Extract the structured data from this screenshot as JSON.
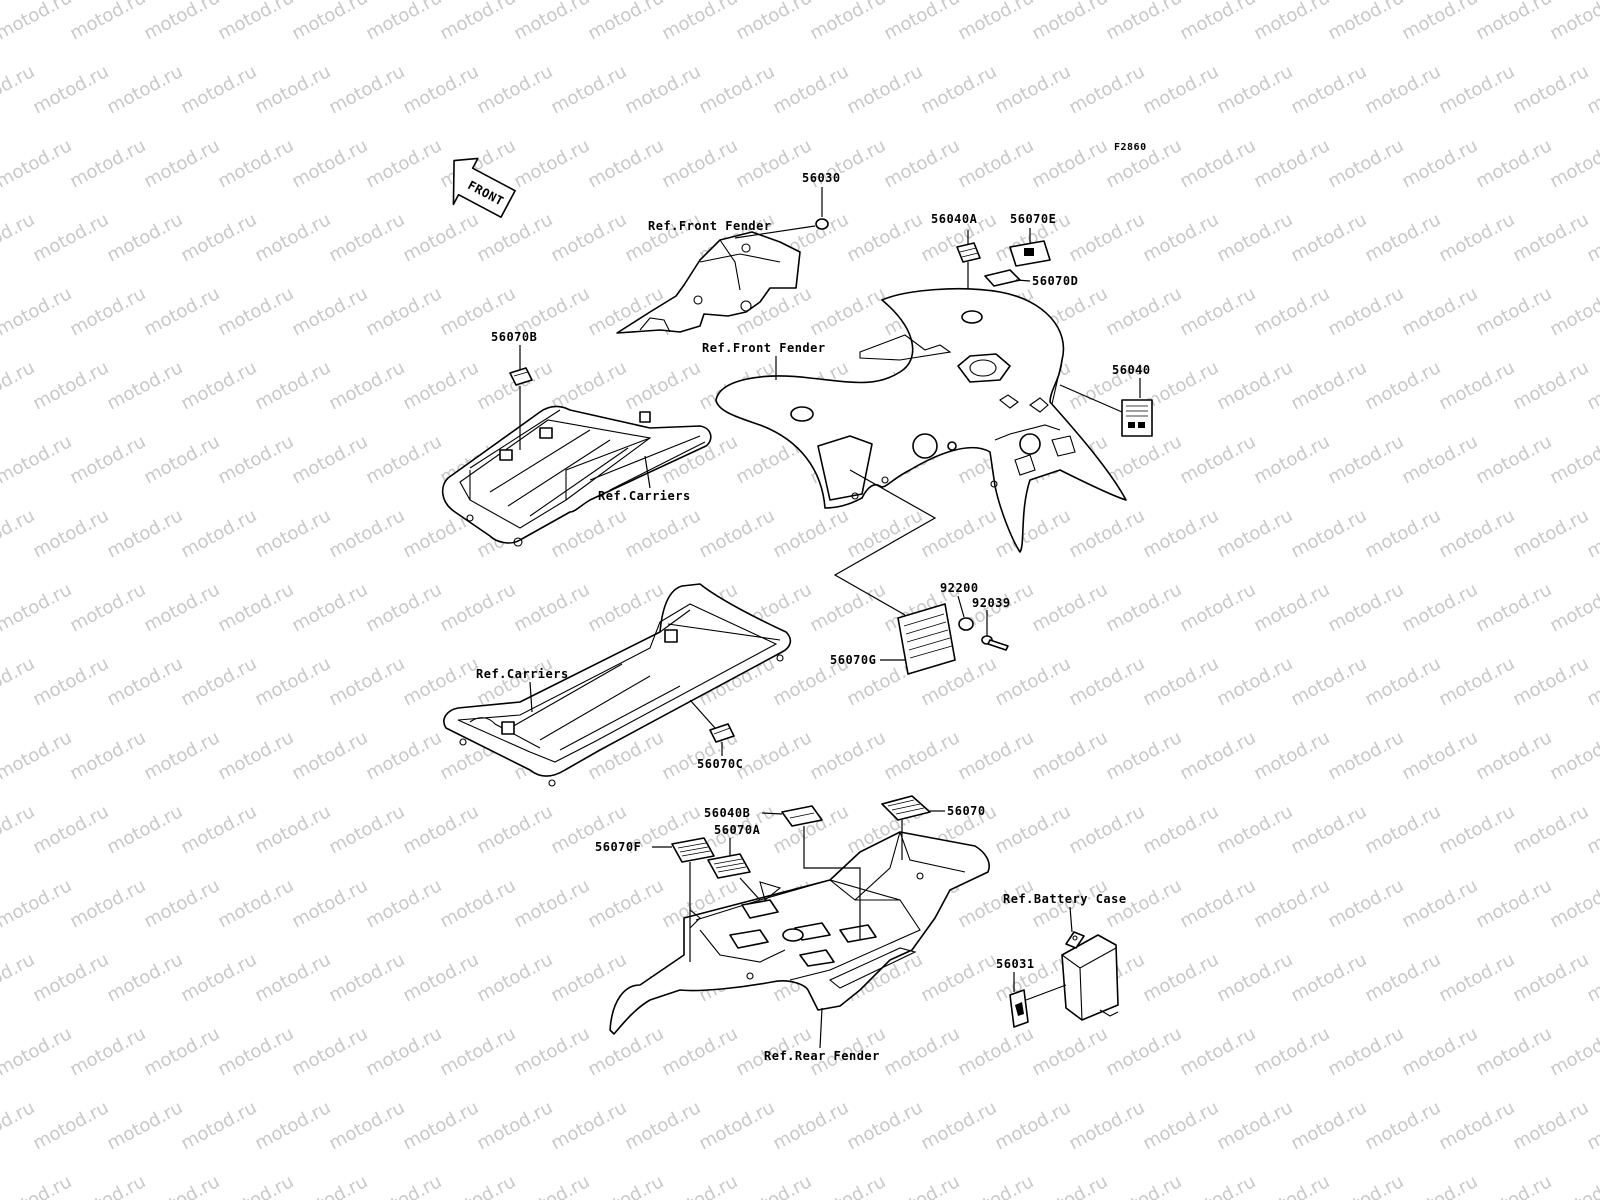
{
  "diagram_code": "F2860",
  "front_arrow_text": "FRONT",
  "watermark": "motod.ru",
  "labels": {
    "p56030": "56030",
    "ref_front_fender_top": "Ref.Front Fender",
    "p56040A": "56040A",
    "p56070E": "56070E",
    "p56070D": "56070D",
    "p56070B": "56070B",
    "ref_front_fender_mid": "Ref.Front Fender",
    "p56040": "56040",
    "ref_carriers_top": "Ref.Carriers",
    "p92200": "92200",
    "p92039": "92039",
    "p56070G": "56070G",
    "ref_carriers_bottom": "Ref.Carriers",
    "p56070C": "56070C",
    "p56040B": "56040B",
    "p56070": "56070",
    "p56070A": "56070A",
    "p56070F": "56070F",
    "ref_battery_case": "Ref.Battery Case",
    "p56031": "56031",
    "ref_rear_fender": "Ref.Rear Fender"
  }
}
